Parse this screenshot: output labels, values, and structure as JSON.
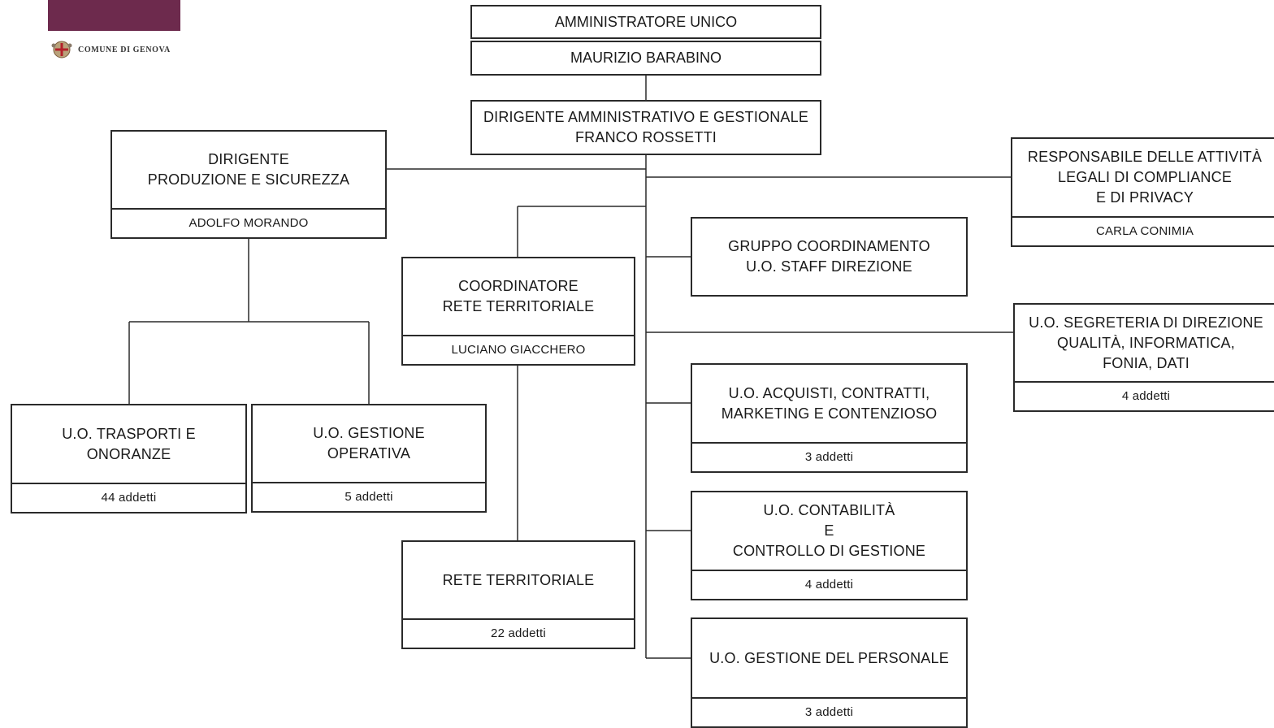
{
  "logo": {
    "text": "COMUNE DI GENOVA",
    "brand_color": "#6d2a4d"
  },
  "chart": {
    "admin_title": "AMMINISTRATORE UNICO",
    "admin_name": "MAURIZIO BARABINO",
    "director_lines": [
      "DIRIGENTE AMMINISTRATIVO E GESTIONALE",
      "FRANCO ROSSETTI"
    ],
    "production_lines": [
      "DIRIGENTE",
      "PRODUZIONE E SICUREZZA"
    ],
    "production_name": "ADOLFO MORANDO",
    "transport_lines": [
      "U.O. TRASPORTI E",
      "ONORANZE"
    ],
    "transport_count": "44 addetti",
    "operations_lines": [
      "U.O. GESTIONE",
      "OPERATIVA"
    ],
    "operations_count": "5 addetti",
    "coordinator_lines": [
      "COORDINATORE",
      "RETE TERRITORIALE"
    ],
    "coordinator_name": "LUCIANO GIACCHERO",
    "network_title": "RETE TERRITORIALE",
    "network_count": "22 addetti",
    "staff_lines": [
      "GRUPPO COORDINAMENTO",
      "U.O. STAFF DIREZIONE"
    ],
    "purchasing_lines": [
      "U.O. ACQUISTI, CONTRATTI,",
      "MARKETING E CONTENZIOSO"
    ],
    "purchasing_count": "3 addetti",
    "accounting_lines": [
      "U.O. CONTABILITÀ",
      "E",
      "CONTROLLO DI GESTIONE"
    ],
    "accounting_count": "4 addetti",
    "personnel_title": "U.O. GESTIONE DEL PERSONALE",
    "personnel_count": "3 addetti",
    "legal_lines": [
      "RESPONSABILE DELLE ATTIVITÀ",
      "LEGALI DI COMPLIANCE",
      "E DI PRIVACY"
    ],
    "legal_name": "CARLA CONIMIA",
    "secretariat_lines": [
      "U.O. SEGRETERIA DI DIREZIONE",
      "QUALITÀ, INFORMATICA,",
      "FONIA, DATI"
    ],
    "secretariat_count": "4 addetti"
  }
}
